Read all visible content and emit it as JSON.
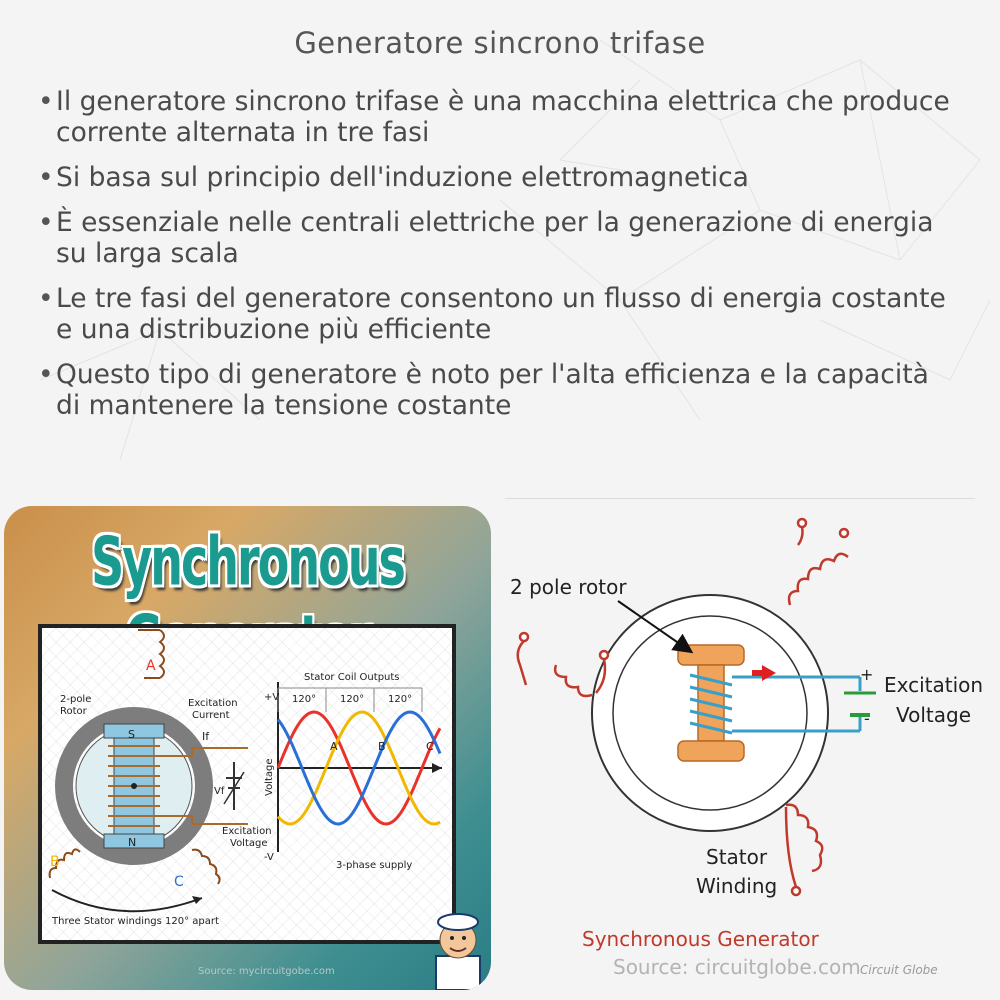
{
  "title": "Generatore sincrono trifase",
  "bullets": [
    "Il generatore sincrono trifase è una macchina elettrica che produce corrente alternata in tre fasi",
    "Si basa sul principio dell'induzione elettromagnetica",
    "È essenziale nelle centrali elettriche per la generazione di energia su larga scala",
    "Le tre fasi del generatore consentono un flusso di energia costante e una distribuzione più efficiente",
    "Questo tipo di generatore è noto per l'alta efficienza e la capacità di mantenere la tensione costante"
  ],
  "left_image": {
    "heading": "Synchronous Generator",
    "labels": {
      "rotor": [
        "2-pole",
        "Rotor"
      ],
      "excitation_current": [
        "Excitation",
        "Current"
      ],
      "if": "If",
      "vf": "Vf",
      "excitation_voltage": [
        "Excitation",
        "Voltage"
      ],
      "phase_a": "A",
      "phase_b": "B",
      "phase_c": "C",
      "pole_s": "S",
      "pole_n": "N",
      "stator_coil_outputs": "Stator Coil Outputs",
      "plus_v": "+V",
      "minus_v": "-V",
      "voltage_axis": "Voltage",
      "angle_1": "120°",
      "angle_2": "120°",
      "angle_3": "120°",
      "wave_a": "A",
      "wave_b": "B",
      "wave_c": "C",
      "three_phase": "3-phase supply",
      "windings": "Three Stator windings 120° apart"
    },
    "watermark": "Source: mycircuitgobe.com",
    "colors": {
      "phase_red": "#e8322a",
      "phase_yellow": "#f0b800",
      "phase_blue": "#2a6fd6"
    }
  },
  "right_diagram": {
    "rotor_label": "2 pole rotor",
    "excitation": [
      "Excitation",
      "Voltage"
    ],
    "plus": "+",
    "minus": "-",
    "stator": [
      "Stator",
      "Winding"
    ],
    "caption": "Synchronous Generator",
    "source": "Source: circuitglobe.com",
    "brand": "Circuit Globe",
    "colors": {
      "rotor": "#f0a35a",
      "coil": "#3a9fc8",
      "winding": "#c0392b"
    }
  }
}
